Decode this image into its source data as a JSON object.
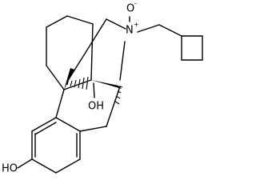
{
  "molecule": {
    "labels": {
      "n_oxide_oxygen": "O",
      "n_oxide_oxygen_charge": "-",
      "nitrogen": "N",
      "nitrogen_charge": "+",
      "bridgehead_hydroxyl": "OH",
      "phenol_hydroxyl": "HO"
    }
  }
}
